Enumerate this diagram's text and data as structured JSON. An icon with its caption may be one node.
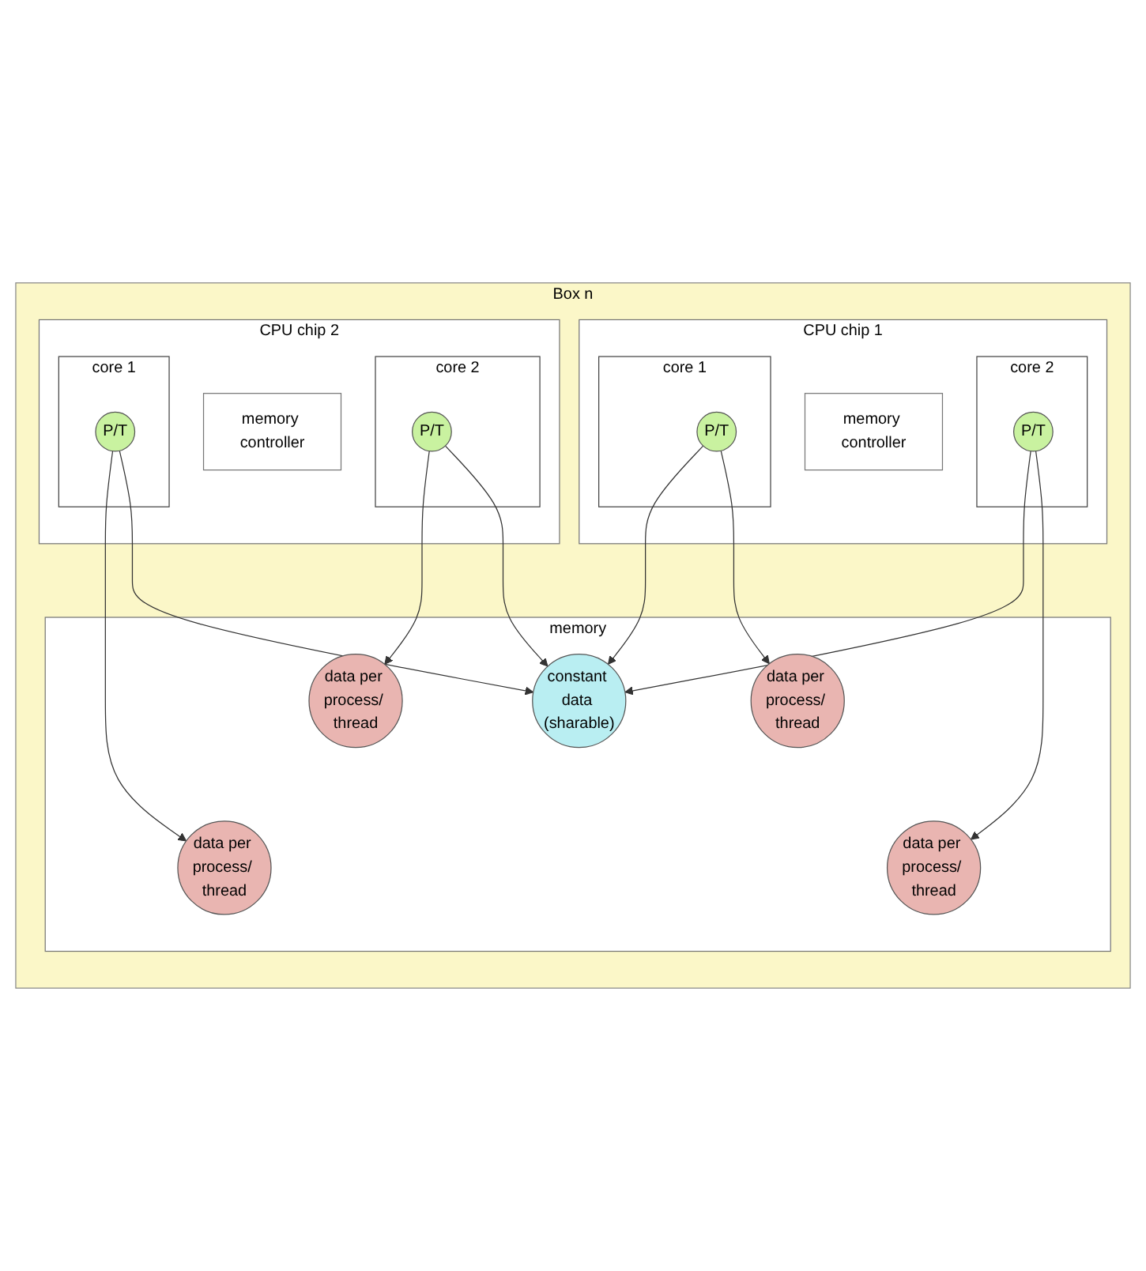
{
  "diagram": {
    "nodes": [
      {
        "text": [
          "Box n"
        ]
      },
      {
        "text": [
          "CPU chip 1"
        ],
        "in": 0
      },
      {
        "text": [
          "core 1"
        ],
        "in": 1
      },
      {
        "text": [
          "P/T"
        ],
        "in": 2
      },
      {
        "text": [
          "core 2"
        ],
        "in": 1
      },
      {
        "text": [
          "P/T"
        ],
        "in": 4
      },
      {
        "text": [
          "memory controller"
        ],
        "in": 1
      },
      {
        "text": [
          "CPU chip 2"
        ],
        "in": 0
      },
      {
        "text": [
          "core 1"
        ],
        "in": 7
      },
      {
        "text": [
          "P/T"
        ],
        "in": 8
      },
      {
        "text": [
          "core 2"
        ],
        "in": 7
      },
      {
        "text": [
          "P/T"
        ],
        "in": 10
      },
      {
        "text": [
          "memory controller"
        ],
        "in": 7
      },
      {
        "text": [
          "memory"
        ],
        "in": 0
      },
      {
        "text": [
          "constant data (sharable)"
        ],
        "in": 13
      },
      {
        "text": [
          "data per process/ thread"
        ],
        "in": 13
      },
      {
        "text": [
          "data per process/ thread"
        ],
        "in": 13
      },
      {
        "text": [
          "data per process/ thread"
        ],
        "in": 13
      },
      {
        "text": [
          "data per process/ thread"
        ],
        "in": 13
      }
    ],
    "edges": [
      {
        "from": 3,
        "to": 15,
        "arrow": "to"
      },
      {
        "from": 3,
        "to": 14,
        "arrow": "to"
      },
      {
        "from": 5,
        "to": 17,
        "arrow": "to"
      },
      {
        "from": 5,
        "to": 14,
        "arrow": "to"
      },
      {
        "from": 9,
        "to": 14,
        "arrow": "to"
      },
      {
        "from": 9,
        "to": 18,
        "arrow": "to"
      },
      {
        "from": 11,
        "to": 14,
        "arrow": "to"
      },
      {
        "from": 11,
        "to": 16,
        "arrow": "to"
      }
    ]
  }
}
